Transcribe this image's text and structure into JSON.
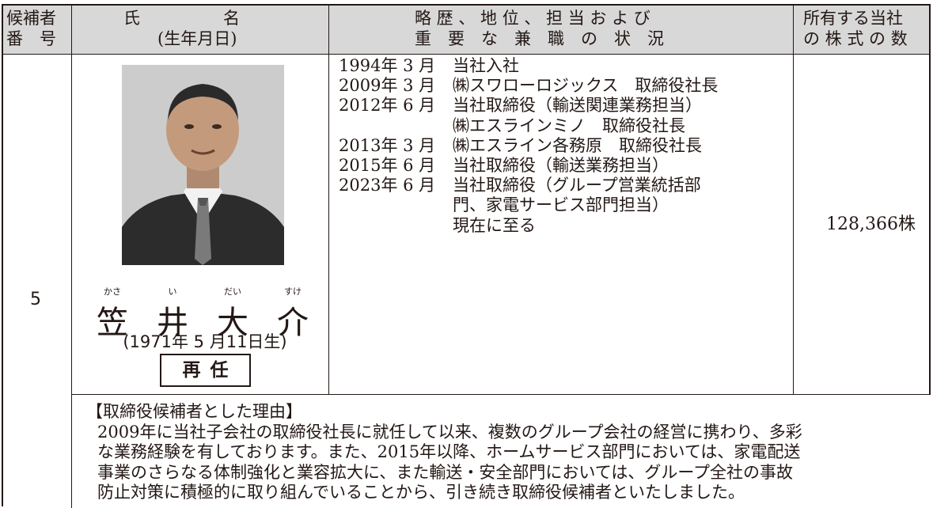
{
  "header": {
    "col_no_line1": "候補者",
    "col_no_line2": "番　号",
    "col_name_line1": "氏　　　　　名",
    "col_name_line2": "(生年月日)",
    "col_career_line1": "略 歴 、 地 位 、 担 当 お よ び",
    "col_career_line2": "重　要　な　兼　職　の　状　況",
    "col_shares_line1": "所有する当社",
    "col_shares_line2": "の 株 式 の 数"
  },
  "candidate": {
    "number": "5",
    "name_chars": [
      "笠",
      "井",
      "大",
      "介"
    ],
    "name_ruby": [
      "かさ",
      "い",
      "だい",
      "すけ"
    ],
    "birth": "(1971年 5 月11日生)",
    "status": "再任",
    "shares": "128,366株"
  },
  "career": [
    {
      "date": "1994年 3 月",
      "event": "当社入社"
    },
    {
      "date": "2009年 3 月",
      "event": "㈱スワローロジックス　取締役社長"
    },
    {
      "date": "2012年 6 月",
      "event": "当社取締役（輸送関連業務担当）"
    },
    {
      "date": "",
      "event": "㈱エスラインミノ　取締役社長"
    },
    {
      "date": "2013年 3 月",
      "event": "㈱エスライン各務原　取締役社長"
    },
    {
      "date": "2015年 6 月",
      "event": "当社取締役（輸送業務担当）"
    },
    {
      "date": "2023年 6 月",
      "event": "当社取締役（グループ営業統括部"
    },
    {
      "date": "",
      "event": "門、家電サービス部門担当）"
    },
    {
      "date": "",
      "event": "現在に至る"
    }
  ],
  "reason": {
    "title": "【取締役候補者とした理由】",
    "lines": [
      "2009年に当社子会社の取締役社長に就任して以来、複数のグループ会社の経営に携わり、多彩",
      "な業務経験を有しております。また、2015年以降、ホームサービス部門においては、家電配送",
      "事業のさらなる体制強化と業容拡大に、また輸送・安全部門においては、グループ全社の事故",
      "防止対策に積極的に取り組んでいることから、引き続き取締役候補者といたしました。"
    ]
  }
}
